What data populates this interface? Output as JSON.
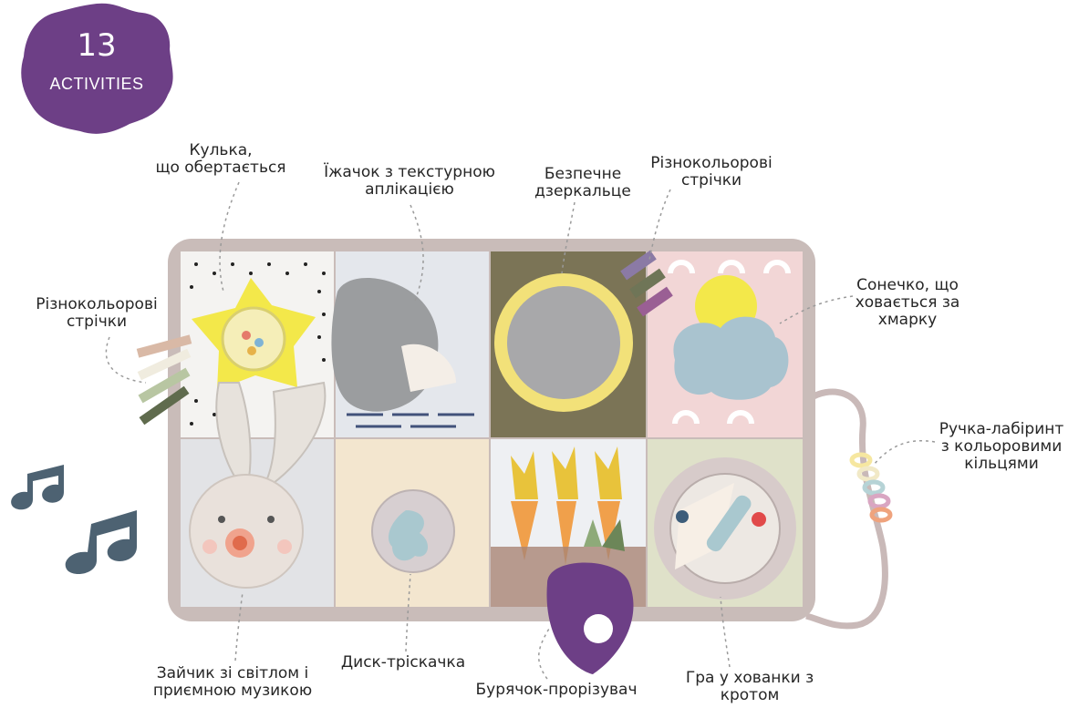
{
  "badge": {
    "number": "13",
    "text": "ACTIVITIES",
    "color": "#6d3f86"
  },
  "labels": {
    "ball": [
      "Кулька,",
      "що обертається"
    ],
    "hedgehog": [
      "Їжачок з текстурною",
      "аплікацією"
    ],
    "mirror": [
      "Безпечне",
      "дзеркальце"
    ],
    "ribbons_top": [
      "Різнокольорові",
      "стрічки"
    ],
    "ribbons_left": [
      "Різнокольорові",
      "стрічки"
    ],
    "sun": [
      "Сонечко, що",
      "ховається за",
      "хмарку"
    ],
    "handle": [
      "Ручка-лабіринт",
      "з кольоровими",
      "кільцями"
    ],
    "bunny": [
      "Зайчик зі світлом  і",
      "приємною музикою"
    ],
    "disc": [
      "Диск-тріскачка"
    ],
    "beet": [
      "Бурячок-прорізувач"
    ],
    "mole": [
      "Гра у хованки з",
      "кротом"
    ]
  },
  "colors": {
    "frame": "#c9bcb9",
    "olive": "#7b7456",
    "pink": "#f2d6d6",
    "grey": "#dcdde0",
    "cream": "#f3e6cf",
    "notes": "#4d6272"
  }
}
